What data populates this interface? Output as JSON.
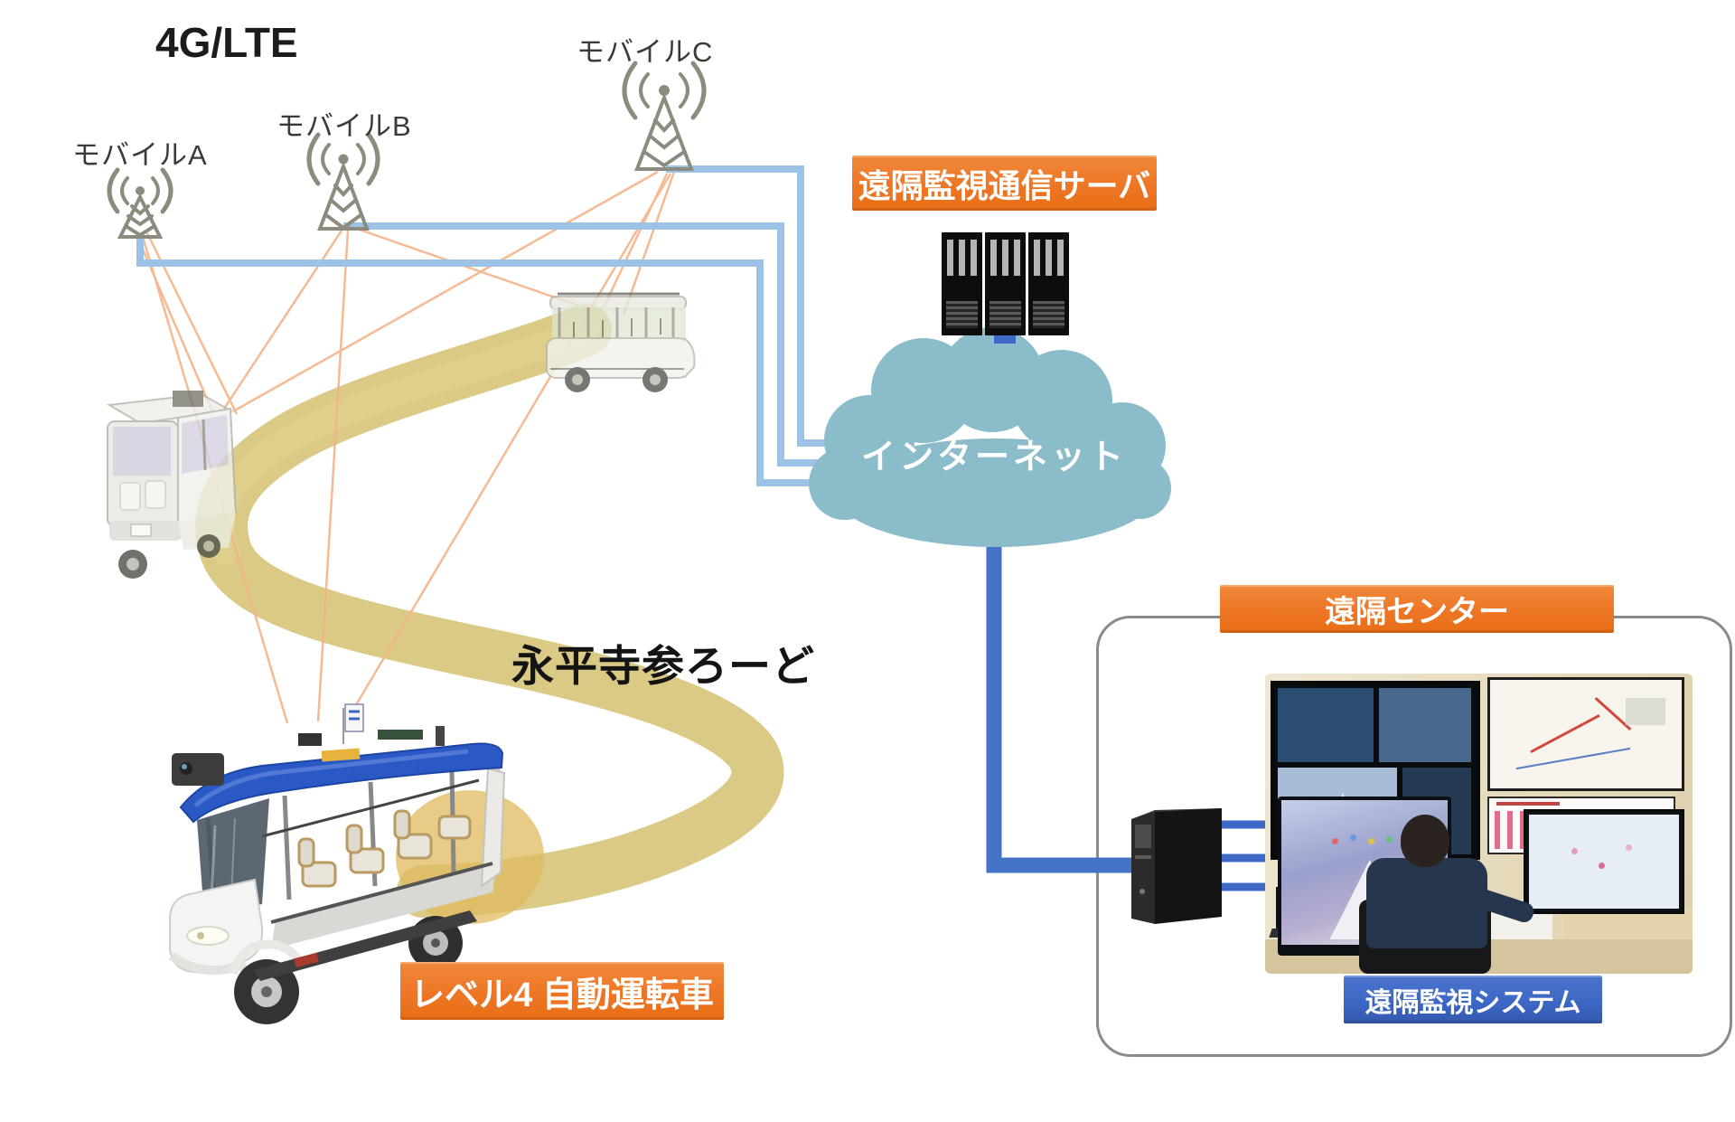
{
  "diagram": {
    "network_title": "4G/LTE",
    "towers": [
      {
        "label": "モバイルA"
      },
      {
        "label": "モバイルB"
      },
      {
        "label": "モバイルC"
      }
    ],
    "server_label": "遠隔監視通信サーバ",
    "internet_label": "インターネット",
    "remote_center_label": "遠隔センター",
    "monitoring_system_label": "遠隔監視システム",
    "vehicle_label": "レベル4 自動運転車",
    "road_label": "永平寺参ろーど",
    "colors": {
      "label_orange": "#ED7626",
      "label_blue": "#3B66C3",
      "mobile_link_blue": "#9CC2E5",
      "trunk_blue": "#4472C4",
      "radio_link_orange": "#F5B387",
      "cloud_teal": "#8BBCC9",
      "road_tan": "#D9C77F"
    }
  }
}
